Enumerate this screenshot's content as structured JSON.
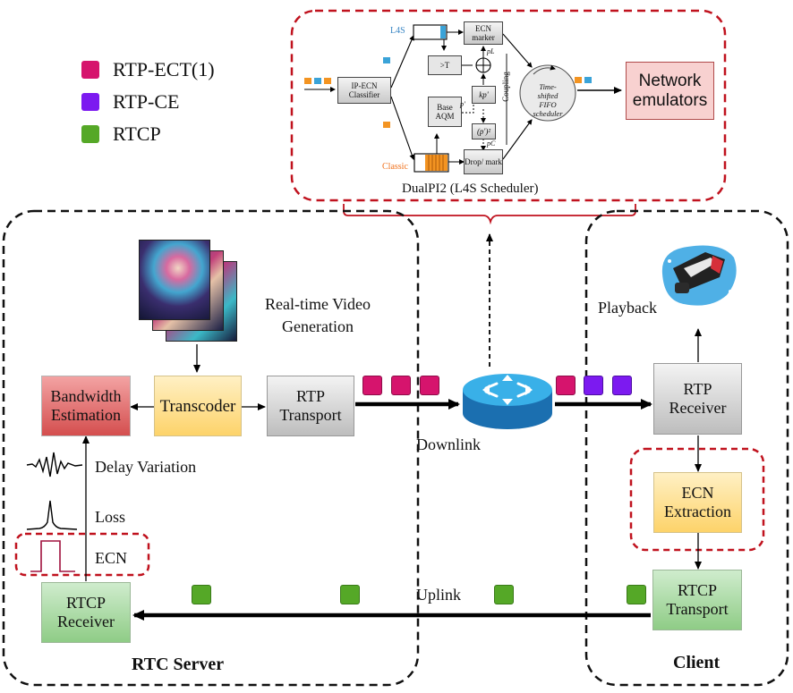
{
  "legend": [
    {
      "label": "RTP-ECT(1)",
      "color": "#d6146d"
    },
    {
      "label": "RTP-CE",
      "color": "#7c1af0"
    },
    {
      "label": "RTCP",
      "color": "#55a827"
    }
  ],
  "scheduler": {
    "caption": "DualPI2 (L4S Scheduler)",
    "l4s_label": "L4S",
    "classic_label": "Classic",
    "classifier": "IP-ECN Classifier",
    "ecn_marker": "ECN marker",
    "threshold": ">T",
    "base_aqm": "Base AQM",
    "kp": "kp'",
    "p_square": "(p')²",
    "drop_mark": "Drop/ mark",
    "fifo": "Time-shifted FIFO scheduler",
    "coupling": "Coupling",
    "p_l": "pL",
    "p_prime": "p'",
    "p_c": "pC",
    "network_emulators": "Network emulators"
  },
  "server": {
    "title": "RTC Server",
    "video_generation": "Real-time Video Generation",
    "bandwidth_estimation": "Bandwidth Estimation",
    "transcoder": "Transcoder",
    "rtp_transport": "RTP Transport",
    "rtcp_receiver": "RTCP Receiver",
    "delay_variation": "Delay Variation",
    "loss": "Loss",
    "ecn": "ECN"
  },
  "network": {
    "downlink": "Downlink",
    "uplink": "Uplink"
  },
  "client": {
    "title": "Client",
    "playback": "Playback",
    "rtp_receiver": "RTP Receiver",
    "ecn_extraction": "ECN Extraction",
    "rtcp_transport": "RTCP Transport"
  }
}
